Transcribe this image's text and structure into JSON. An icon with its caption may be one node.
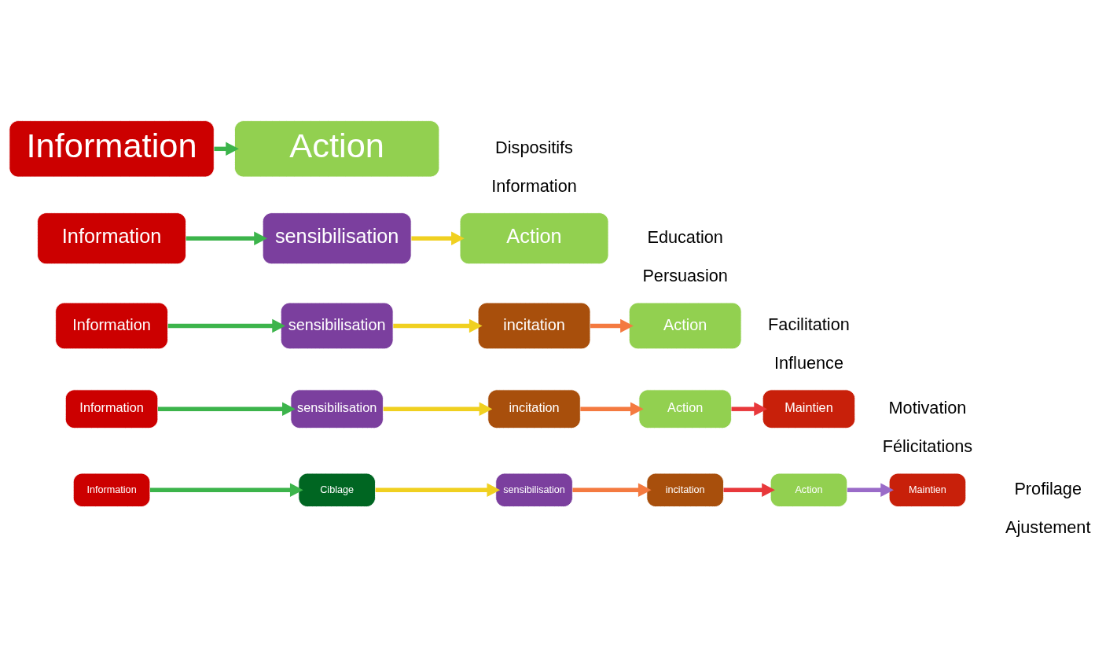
{
  "diagram": {
    "nodes": [
      {
        "text": [
          "Information"
        ]
      },
      {
        "text": [
          "Action"
        ]
      },
      {
        "text": [
          "Information"
        ]
      },
      {
        "text": [
          "sensibilisation"
        ]
      },
      {
        "text": [
          "Action"
        ]
      },
      {
        "text": [
          "Information"
        ]
      },
      {
        "text": [
          "sensibilisation"
        ]
      },
      {
        "text": [
          "incitation"
        ]
      },
      {
        "text": [
          "Action"
        ]
      },
      {
        "text": [
          "Information"
        ]
      },
      {
        "text": [
          "sensibilisation"
        ]
      },
      {
        "text": [
          "incitation"
        ]
      },
      {
        "text": [
          "Action"
        ]
      },
      {
        "text": [
          "Maintien"
        ]
      },
      {
        "text": [
          "Information"
        ]
      },
      {
        "text": [
          "Ciblage"
        ]
      },
      {
        "text": [
          "sensibilisation"
        ]
      },
      {
        "text": [
          "incitation"
        ]
      },
      {
        "text": [
          "Action"
        ]
      },
      {
        "text": [
          "Maintien"
        ]
      }
    ],
    "edges": [
      {
        "from": 0,
        "to": 1,
        "arrow": "to",
        "color": "#3cb44b"
      },
      {
        "from": 2,
        "to": 3,
        "arrow": "to",
        "color": "#3cb44b"
      },
      {
        "from": 3,
        "to": 4,
        "arrow": "to",
        "color": "#f0d020"
      },
      {
        "from": 5,
        "to": 6,
        "arrow": "to",
        "color": "#3cb44b"
      },
      {
        "from": 6,
        "to": 7,
        "arrow": "to",
        "color": "#f0d020"
      },
      {
        "from": 7,
        "to": 8,
        "arrow": "to",
        "color": "#f47a40"
      },
      {
        "from": 9,
        "to": 10,
        "arrow": "to",
        "color": "#3cb44b"
      },
      {
        "from": 10,
        "to": 11,
        "arrow": "to",
        "color": "#f0d020"
      },
      {
        "from": 11,
        "to": 12,
        "arrow": "to",
        "color": "#f47a40"
      },
      {
        "from": 12,
        "to": 13,
        "arrow": "to",
        "color": "#e8383b"
      },
      {
        "from": 14,
        "to": 15,
        "arrow": "to",
        "color": "#3cb44b"
      },
      {
        "from": 15,
        "to": 16,
        "arrow": "to",
        "color": "#f0d020"
      },
      {
        "from": 16,
        "to": 17,
        "arrow": "to",
        "color": "#f47a40"
      },
      {
        "from": 17,
        "to": 18,
        "arrow": "to",
        "color": "#e8383b"
      },
      {
        "from": 18,
        "to": 19,
        "arrow": "to",
        "color": "#9a6bc8"
      }
    ],
    "labels": [
      "Dispositifs",
      "Information",
      "Education",
      "Persuasion",
      "Facilitation",
      "Influence",
      "Motivation",
      "Félicitations",
      "Profilage",
      "Ajustement"
    ]
  }
}
